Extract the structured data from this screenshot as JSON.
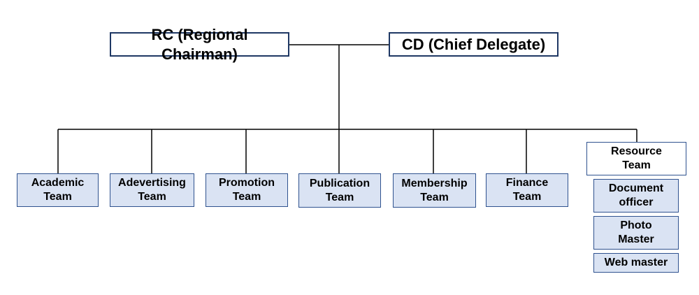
{
  "top": {
    "rc": "RC (Regional Chairman)",
    "cd": "CD (Chief Delegate)"
  },
  "teams": [
    [
      "Academic",
      "Team"
    ],
    [
      "Adevertising",
      "Team"
    ],
    [
      "Promotion",
      "Team"
    ],
    [
      "Publication",
      "Team"
    ],
    [
      "Membership",
      "Team"
    ],
    [
      "Finance",
      "Team"
    ]
  ],
  "resource": {
    "title": [
      "Resource",
      "Team"
    ],
    "members": [
      [
        "Document",
        "officer"
      ],
      [
        "Photo",
        "Master"
      ],
      [
        "Web master"
      ]
    ]
  },
  "colors": {
    "team_fill": "#dae3f3",
    "border": "#2f528f",
    "top_border": "#1f3864",
    "line": "#000000"
  }
}
